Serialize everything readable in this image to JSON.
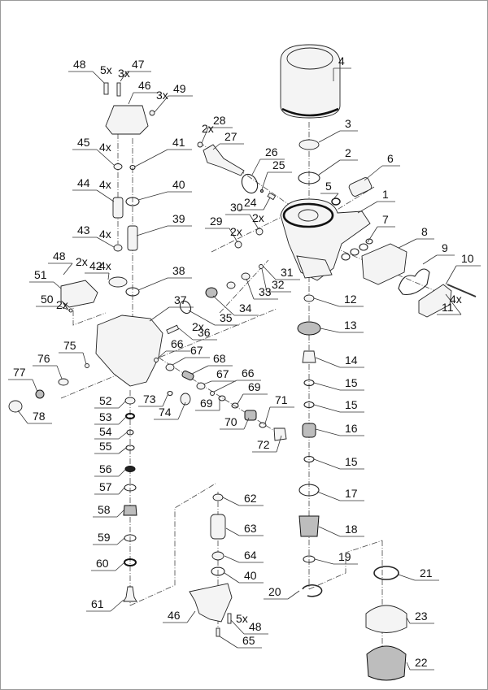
{
  "diagram": {
    "type": "exploded-parts-view",
    "subject": "air dryer assembly",
    "callouts": [
      {
        "id": "1",
        "qty": ""
      },
      {
        "id": "2",
        "qty": ""
      },
      {
        "id": "3",
        "qty": ""
      },
      {
        "id": "4",
        "qty": ""
      },
      {
        "id": "5",
        "qty": ""
      },
      {
        "id": "6",
        "qty": ""
      },
      {
        "id": "7",
        "qty": ""
      },
      {
        "id": "8",
        "qty": ""
      },
      {
        "id": "9",
        "qty": ""
      },
      {
        "id": "10",
        "qty": ""
      },
      {
        "id": "11",
        "qty": "4x"
      },
      {
        "id": "12",
        "qty": ""
      },
      {
        "id": "13",
        "qty": ""
      },
      {
        "id": "14",
        "qty": ""
      },
      {
        "id": "15a",
        "label": "15",
        "qty": ""
      },
      {
        "id": "15b",
        "label": "15",
        "qty": ""
      },
      {
        "id": "16",
        "qty": ""
      },
      {
        "id": "15c",
        "label": "15",
        "qty": ""
      },
      {
        "id": "17",
        "qty": ""
      },
      {
        "id": "18",
        "qty": ""
      },
      {
        "id": "19",
        "qty": ""
      },
      {
        "id": "20",
        "qty": ""
      },
      {
        "id": "21",
        "qty": ""
      },
      {
        "id": "22",
        "qty": ""
      },
      {
        "id": "23",
        "qty": ""
      },
      {
        "id": "24",
        "qty": ""
      },
      {
        "id": "25",
        "qty": ""
      },
      {
        "id": "26",
        "qty": ""
      },
      {
        "id": "27",
        "qty": ""
      },
      {
        "id": "28",
        "qty": "2x"
      },
      {
        "id": "29",
        "qty": "2x"
      },
      {
        "id": "30",
        "qty": "2x"
      },
      {
        "id": "31",
        "qty": ""
      },
      {
        "id": "32",
        "qty": ""
      },
      {
        "id": "33",
        "qty": ""
      },
      {
        "id": "34",
        "qty": ""
      },
      {
        "id": "35",
        "qty": ""
      },
      {
        "id": "36",
        "qty": "2x"
      },
      {
        "id": "37",
        "qty": ""
      },
      {
        "id": "38",
        "qty": ""
      },
      {
        "id": "39",
        "qty": ""
      },
      {
        "id": "40a",
        "label": "40",
        "qty": ""
      },
      {
        "id": "41",
        "qty": ""
      },
      {
        "id": "42",
        "qty": "4x"
      },
      {
        "id": "43",
        "qty": "4x"
      },
      {
        "id": "44",
        "qty": "4x"
      },
      {
        "id": "45",
        "qty": "4x"
      },
      {
        "id": "46a",
        "label": "46",
        "qty": ""
      },
      {
        "id": "47",
        "qty": "3x"
      },
      {
        "id": "48a",
        "label": "48",
        "qty": "5x"
      },
      {
        "id": "49",
        "qty": "3x"
      },
      {
        "id": "48b",
        "label": "48",
        "qty": "2x"
      },
      {
        "id": "50",
        "qty": "2x"
      },
      {
        "id": "51",
        "qty": ""
      },
      {
        "id": "52",
        "qty": ""
      },
      {
        "id": "53",
        "qty": ""
      },
      {
        "id": "54",
        "qty": ""
      },
      {
        "id": "55",
        "qty": ""
      },
      {
        "id": "56",
        "qty": ""
      },
      {
        "id": "57",
        "qty": ""
      },
      {
        "id": "58",
        "qty": ""
      },
      {
        "id": "59",
        "qty": ""
      },
      {
        "id": "60",
        "qty": ""
      },
      {
        "id": "61",
        "qty": ""
      },
      {
        "id": "62",
        "qty": ""
      },
      {
        "id": "63",
        "qty": ""
      },
      {
        "id": "64",
        "qty": ""
      },
      {
        "id": "40b",
        "label": "40",
        "qty": ""
      },
      {
        "id": "46b",
        "label": "46",
        "qty": ""
      },
      {
        "id": "48c",
        "label": "48",
        "qty": "5x"
      },
      {
        "id": "65",
        "qty": ""
      },
      {
        "id": "66a",
        "label": "66",
        "qty": ""
      },
      {
        "id": "67a",
        "label": "67",
        "qty": ""
      },
      {
        "id": "68",
        "qty": ""
      },
      {
        "id": "67b",
        "label": "67",
        "qty": ""
      },
      {
        "id": "66b",
        "label": "66",
        "qty": ""
      },
      {
        "id": "69a",
        "label": "69",
        "qty": ""
      },
      {
        "id": "69b",
        "label": "69",
        "qty": ""
      },
      {
        "id": "70",
        "qty": ""
      },
      {
        "id": "71",
        "qty": ""
      },
      {
        "id": "72",
        "qty": ""
      },
      {
        "id": "73",
        "qty": ""
      },
      {
        "id": "74",
        "qty": ""
      },
      {
        "id": "75",
        "qty": ""
      },
      {
        "id": "76",
        "qty": ""
      },
      {
        "id": "77",
        "qty": ""
      },
      {
        "id": "78",
        "qty": ""
      }
    ]
  }
}
